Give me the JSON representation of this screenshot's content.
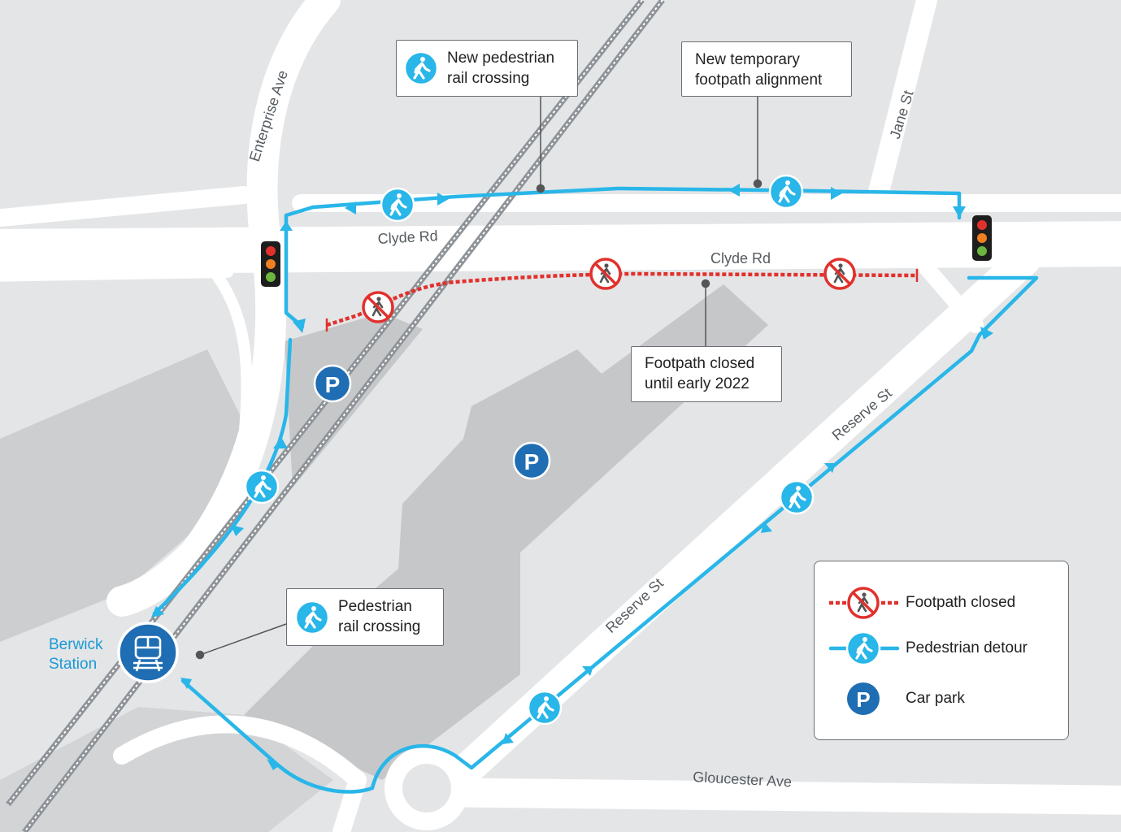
{
  "streets": {
    "clyde_rd_north": "Clyde Rd",
    "clyde_rd_south": "Clyde Rd",
    "enterprise_ave": "Enterprise Ave",
    "jane_st": "Jane St",
    "reserve_st_upper": "Reserve St",
    "reserve_st_lower": "Reserve St",
    "gloucester_ave": "Gloucester Ave"
  },
  "station": {
    "name_line1": "Berwick",
    "name_line2": "Station",
    "icon": "train-icon"
  },
  "callouts": {
    "new_rail_crossing": "New pedestrian\nrail crossing",
    "temporary_footpath": "New temporary\nfootpath alignment",
    "footpath_closed": "Footpath closed\nuntil early 2022",
    "rail_crossing": "Pedestrian\nrail crossing"
  },
  "legend": {
    "closed": "Footpath closed",
    "detour": "Pedestrian detour",
    "car_park": "Car park"
  },
  "icons": {
    "parking_letter": "P",
    "pedestrian": "pedestrian-icon",
    "no_pedestrian": "no-pedestrian-icon",
    "traffic_light": "traffic-light-icon"
  },
  "colors": {
    "detour": "#29b6e8",
    "closed": "#e1312c",
    "parking": "#1f6db3",
    "road": "#ffffff",
    "background": "#e4e5e7",
    "carpark_area": "#c6c7c9",
    "rail": "#8e9398"
  }
}
